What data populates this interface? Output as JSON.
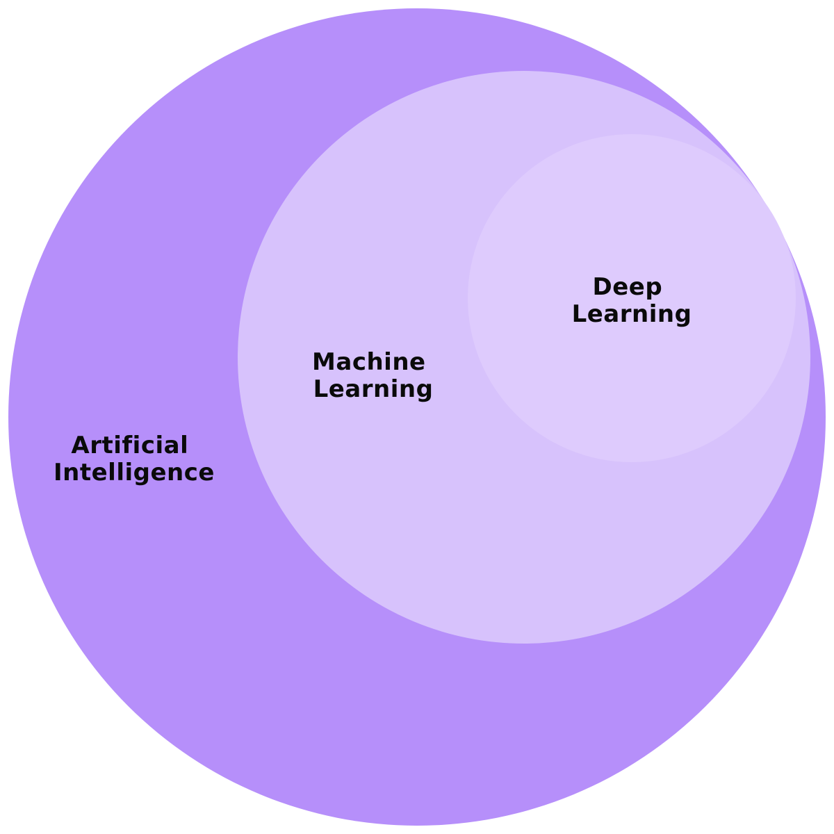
{
  "diagram": {
    "type": "nested-circles",
    "background_color": "#ffffff",
    "circles": [
      {
        "id": "ai",
        "label_lines": [
          "Artificial",
          "Intelligence"
        ],
        "color": "#b68ffa"
      },
      {
        "id": "ml",
        "label_lines": [
          "Machine",
          "Learning"
        ],
        "color": "#d7c2fc"
      },
      {
        "id": "dl",
        "label_lines": [
          "Deep",
          "Learning"
        ],
        "color": "#decbfd"
      }
    ]
  }
}
